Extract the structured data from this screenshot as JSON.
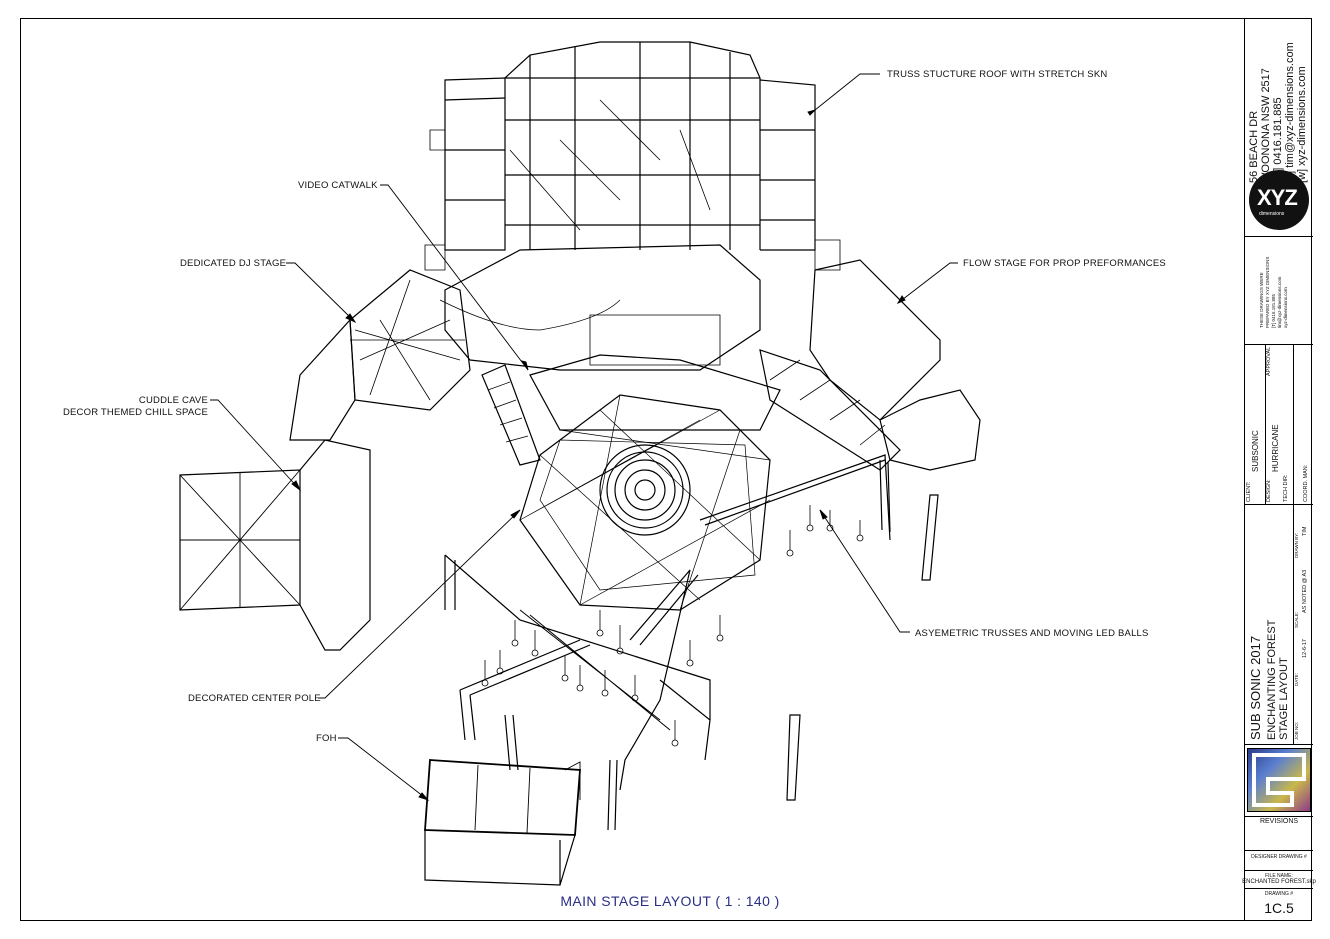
{
  "callouts": {
    "truss_roof": "TRUSS STUCTURE ROOF WITH STRETCH SKN",
    "video_catwalk": "VIDEO CATWALK",
    "dj_stage": "DEDICATED DJ STAGE",
    "flow_stage": "FLOW STAGE FOR PROP PREFORMANCES",
    "cuddle_cave_1": "CUDDLE CAVE",
    "cuddle_cave_2": "DECOR THEMED CHILL SPACE",
    "asymmetric": "ASYEMETRIC TRUSSES AND MOVING LED BALLS",
    "center_pole": "DECORATED CENTER POLE",
    "foh": "FOH"
  },
  "main_title": "MAIN STAGE LAYOUT ( 1 : 140 )",
  "title_block": {
    "address_1": "56 BEACH DR",
    "address_2": "WOONONA NSW 2517",
    "phone": "[m] 0416.181.885",
    "email": "[e] tim@xyz-dimensions.com",
    "web": "[w] xyz-dimensions.com",
    "logo_text": "XYZ",
    "logo_sub": "dimensions",
    "drawing_note_1": "THESE DRAWINGS WERE",
    "drawing_note_2": "PREPARED BY XYZ DIMENSIONS",
    "drawing_note_3": "[T] 0416.181.885",
    "drawing_note_4": "tim@xyz-dimensions.com",
    "drawing_note_5": "xyz-dimensions.com",
    "approval_label": "APPROVAL",
    "client_label": "CLIENT:",
    "client": "SUBSONIC",
    "design_label": "DESIGN:",
    "design": "HURRICANE",
    "tech_dir_label": "TECH DIR:",
    "coord_man_label": "COORD. MAN:",
    "project_title": "SUB SONIC 2017",
    "subtitle_1": "ENCHANTING FOREST",
    "subtitle_2": "STAGE LAYOUT",
    "job_label": "JOB NO:",
    "date_label": "DATE:",
    "date": "12-6-17",
    "scale_label": "SCALE:",
    "scale": "AS NOTED @ A3",
    "drawn_by_label": "DRAWN BY:",
    "drawn_by": "TIM",
    "revisions": "REVISIONS",
    "designer_drawing": "DESIGNER DRAWING #",
    "file_name_label": "FILE NAME:",
    "file_name": "ENCHANTED FOREST.skp",
    "drawing_no_label": "DRAWING #",
    "drawing_no": "1C.5"
  },
  "colors": {
    "line": "#000000",
    "title": "#2a2f86",
    "logo_bg": "#111111"
  }
}
